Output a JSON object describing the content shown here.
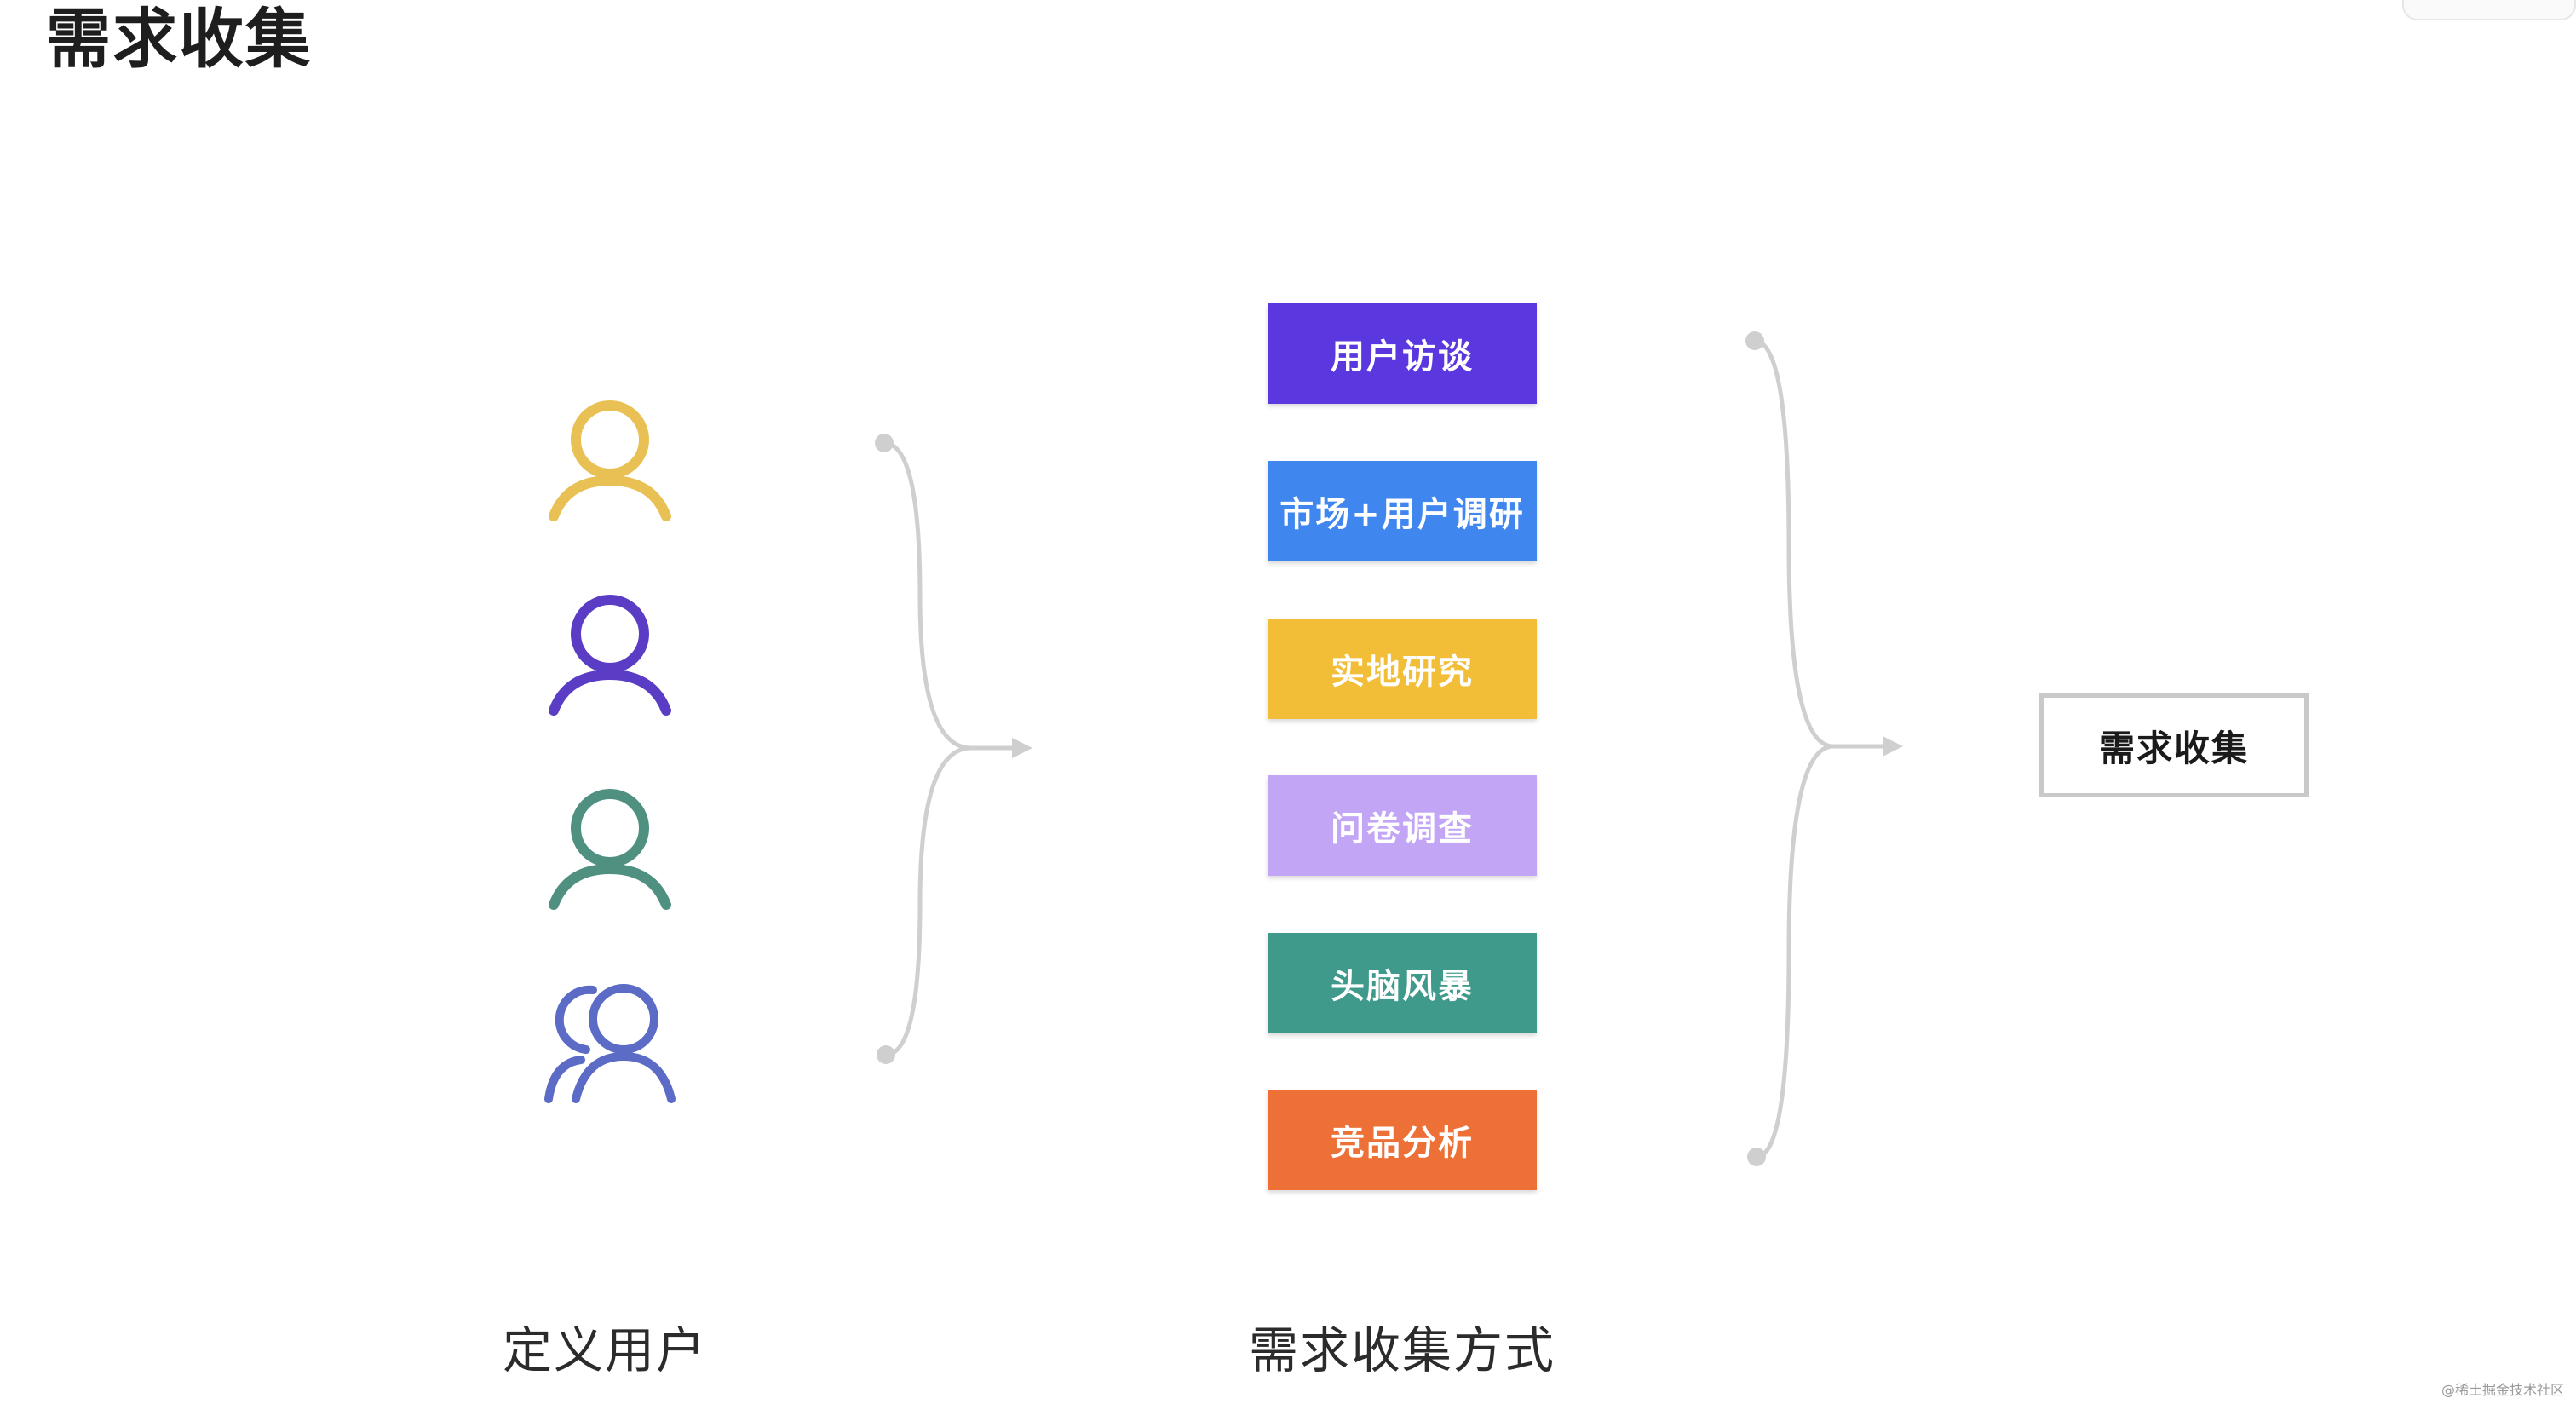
{
  "page_title": "需求收集",
  "users": [
    {
      "icon": "user-icon",
      "color": "#e9c053"
    },
    {
      "icon": "user-icon",
      "color": "#5b3cc4"
    },
    {
      "icon": "user-icon",
      "color": "#4f9080"
    },
    {
      "icon": "user-group-icon",
      "color": "#5b6bc6"
    }
  ],
  "methods": [
    {
      "label": "用户访谈",
      "color": "#5b37e0"
    },
    {
      "label": "市场+用户调研",
      "color": "#3f86ee"
    },
    {
      "label": "实地研究",
      "color": "#f3be37"
    },
    {
      "label": "问卷调查",
      "color": "#c3a5f5"
    },
    {
      "label": "头脑风暴",
      "color": "#3f9a8b"
    },
    {
      "label": "竞品分析",
      "color": "#ed7036"
    }
  ],
  "result_label": "需求收集",
  "labels": {
    "users": "定义用户",
    "methods": "需求收集方式"
  },
  "watermark": "@稀土掘金技术社区"
}
